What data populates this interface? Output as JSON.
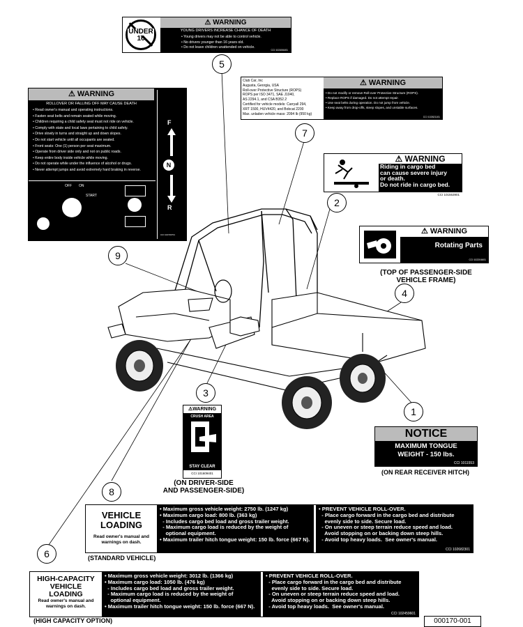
{
  "callouts": [
    "1",
    "2",
    "3",
    "4",
    "5",
    "6",
    "7",
    "8",
    "9"
  ],
  "under16_label": {
    "badge_line1": "UNDER",
    "badge_line2": "16",
    "title": "⚠ WARNING",
    "subtitle": "YOUNG DRIVERS INCREASE CHANCE OF DEATH",
    "items": [
      "Young drivers may not be able to control vehicle.",
      "No drivers younger than 16 years old.",
      "Do not leave children unattended on vehicle."
    ],
    "code": "CCI 102406401"
  },
  "rops_label": {
    "info_lines": [
      "Club Car, Inc",
      "Augusta, Georgia, USA",
      "Roll-over Protective Structure (ROPS)",
      "ROPS per ISO 3471, SAE J1040,",
      "AS 2294.1, and CSA B352.2",
      "Certified for vehicle models: Carryall 294,",
      "XRT 1500, HUV4420, and Bobcat 2200",
      "Max. unladen vehicle mass: 2094 lb (950 kg)"
    ],
    "title": "⚠ WARNING",
    "items": [
      "Do not modify or remove Roll-over Protective Structure (ROPS).",
      "Replace ROPS if damaged. Do not attempt repair.",
      "Use seat belts during operation. Do not jump from vehicle.",
      "Keep away from drop-offs, steep slopes, and unstable surfaces."
    ],
    "code": "CCI 102621101"
  },
  "rollover_label": {
    "title": "⚠ WARNING",
    "subtitle": "ROLLOVER OR FALLING OFF MAY CAUSE DEATH",
    "items": [
      "Read owner's manual and operating instructions.",
      "Fasten seat belts and remain seated while moving.",
      "Children requiring a child safety seat must not ride on vehicle.",
      "Comply with state and local laws pertaining to child safety.",
      "Drive slowly in turns and straight up and down slopes.",
      "Do not start vehicle until all occupants are seated.",
      "Front seats: One (1) person per seat maximum.",
      "Operate from driver side only and not on public roads.",
      "Keep entire body inside vehicle while moving.",
      "Do not operate while under the influence of alcohol or drugs.",
      "Never attempt jumps and avoid extremely hard braking in reverse."
    ],
    "gear_f": "F",
    "gear_n": "N",
    "gear_r": "R",
    "off": "OFF",
    "on": "ON",
    "start": "START",
    "code": "CCI 102726701"
  },
  "cargo_label": {
    "title": "⚠ WARNING",
    "lines": [
      "Riding in cargo bed",
      "can cause severe injury",
      "or death.",
      "Do not ride in cargo bed."
    ],
    "code": "CCI 101553901"
  },
  "rotating_label": {
    "title": "⚠ WARNING",
    "text": "Rotating Parts",
    "code": "CCI 102204601"
  },
  "rotating_caption": [
    "(TOP OF PASSENGER-SIDE",
    "VEHICLE FRAME)"
  ],
  "crush_label": {
    "title": "⚠WARNING",
    "subtitle": "CRUSH AREA",
    "stay_clear": "STAY CLEAR",
    "code": "CCI 101609401"
  },
  "crush_caption": [
    "(ON DRIVER-SIDE",
    "AND PASSENGER-SIDE)"
  ],
  "notice_label": {
    "title": "NOTICE",
    "line1": "MAXIMUM TONGUE",
    "line2": "WEIGHT - 150 lbs.",
    "code": "CCI 1011553"
  },
  "notice_caption": "(ON REAR RECEIVER HITCH)",
  "std_loading": {
    "title_line1": "VEHICLE",
    "title_line2": "LOADING",
    "note": "Read owner's manual and warnings on dash.",
    "specs": [
      "• Maximum gross vehicle weight: 2750 lb. (1247 kg)",
      "• Maximum cargo load: 800 lb. (363 kg)",
      "  - Includes cargo bed load and gross trailer weight.",
      "  - Maximum cargo load is reduced by the weight of",
      "    optional equipment.",
      "• Maximum trailer hitch tongue weight: 150 lb. force (667 N)."
    ],
    "warnings": [
      "• PREVENT VEHICLE ROLL-OVER.",
      "  - Place cargo forward in the cargo bed and distribute",
      "    evenly side to side. Secure load.",
      "  - On uneven or steep terrain reduce speed and load.",
      "    Avoid stopping on or backing down steep hills.",
      "  - Avoid top heavy loads.  See owner's manual."
    ],
    "code": "CCI 102682301",
    "caption": "(STANDARD VEHICLE)"
  },
  "hc_loading": {
    "title_line1": "HIGH-CAPACITY",
    "title_line2": "VEHICLE",
    "title_line3": "LOADING",
    "note": "Read owner's manual and warnings on dash.",
    "specs": [
      "• Maximum gross vehicle weight: 3012 lb. (1366 kg)",
      "• Maximum cargo load: 1050 lb. (476 kg)",
      "  - Includes cargo bed load and gross trailer weight.",
      "  - Maximum cargo load is reduced by the weight of",
      "    optional equipment.",
      "• Maximum trailer hitch tongue weight: 150 lb. force (667 N)."
    ],
    "warnings": [
      "• PREVENT VEHICLE ROLL-OVER.",
      "  - Place cargo forward in the cargo bed and distribute",
      "    evenly side to side. Secure load.",
      "  - On uneven or steep terrain reduce speed and load.",
      "    Avoid stopping on or backing down steep hills.",
      "  - Avoid top heavy loads.  See owner's manual."
    ],
    "code": "CCI 102459601",
    "caption": "(HIGH CAPACITY OPTION)"
  },
  "figure_id": "000170-001"
}
